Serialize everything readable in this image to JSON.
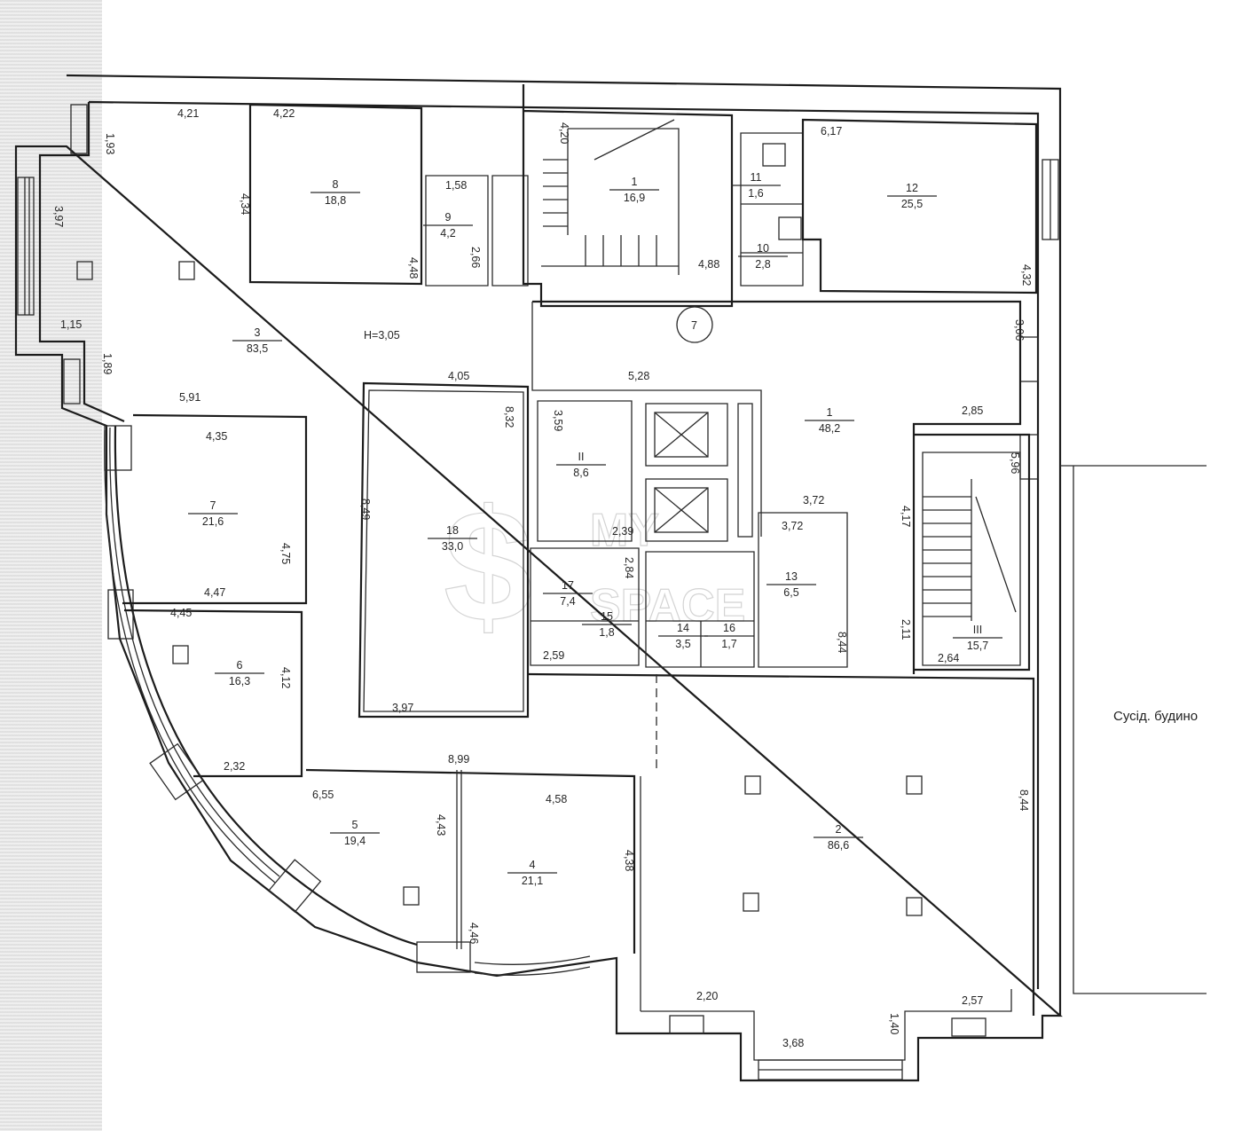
{
  "plan": {
    "height_label": "H=3,05",
    "neighbor_label": "Сусід. будино",
    "watermark": [
      "MY",
      "SPACE"
    ],
    "rooms": [
      {
        "num": "1",
        "area": "48,2"
      },
      {
        "num": "1",
        "area": "16,9"
      },
      {
        "num": "2",
        "area": "86,6"
      },
      {
        "num": "3",
        "area": "83,5"
      },
      {
        "num": "4",
        "area": "21,1"
      },
      {
        "num": "5",
        "area": "19,4"
      },
      {
        "num": "6",
        "area": "16,3"
      },
      {
        "num": "7",
        "area": "21,6"
      },
      {
        "num": "8",
        "area": "18,8"
      },
      {
        "num": "9",
        "area": "4,2"
      },
      {
        "num": "10",
        "area": "2,8"
      },
      {
        "num": "11",
        "area": "1,6"
      },
      {
        "num": "12",
        "area": "25,5"
      },
      {
        "num": "13",
        "area": "6,5"
      },
      {
        "num": "14",
        "area": "3,5"
      },
      {
        "num": "15",
        "area": "1,8"
      },
      {
        "num": "16",
        "area": "1,7"
      },
      {
        "num": "17",
        "area": "7,4"
      },
      {
        "num": "18",
        "area": "33,0"
      },
      {
        "num": "II",
        "area": "8,6"
      },
      {
        "num": "III",
        "area": "15,7"
      }
    ],
    "circle_label": "7",
    "dimensions": [
      "4,21",
      "4,22",
      "1,93",
      "3,97",
      "4,34",
      "1,58",
      "2,66",
      "4,48",
      "1,15",
      "1,89",
      "4,05",
      "5,91",
      "4,35",
      "4,75",
      "4,47",
      "4,45",
      "4,12",
      "2,32",
      "8,49",
      "3,97",
      "8,32",
      "6,55",
      "8,99",
      "4,43",
      "4,58",
      "4,38",
      "4,46",
      "2,20",
      "3,68",
      "1,40",
      "2,57",
      "8,44",
      "4,20",
      "4,88",
      "6,17",
      "4,32",
      "3,06",
      "5,28",
      "3,59",
      "2,39",
      "2,84",
      "2,59",
      "3,72",
      "3,72",
      "8,44",
      "4,17",
      "2,11",
      "2,85",
      "5,96",
      "2,64"
    ]
  }
}
